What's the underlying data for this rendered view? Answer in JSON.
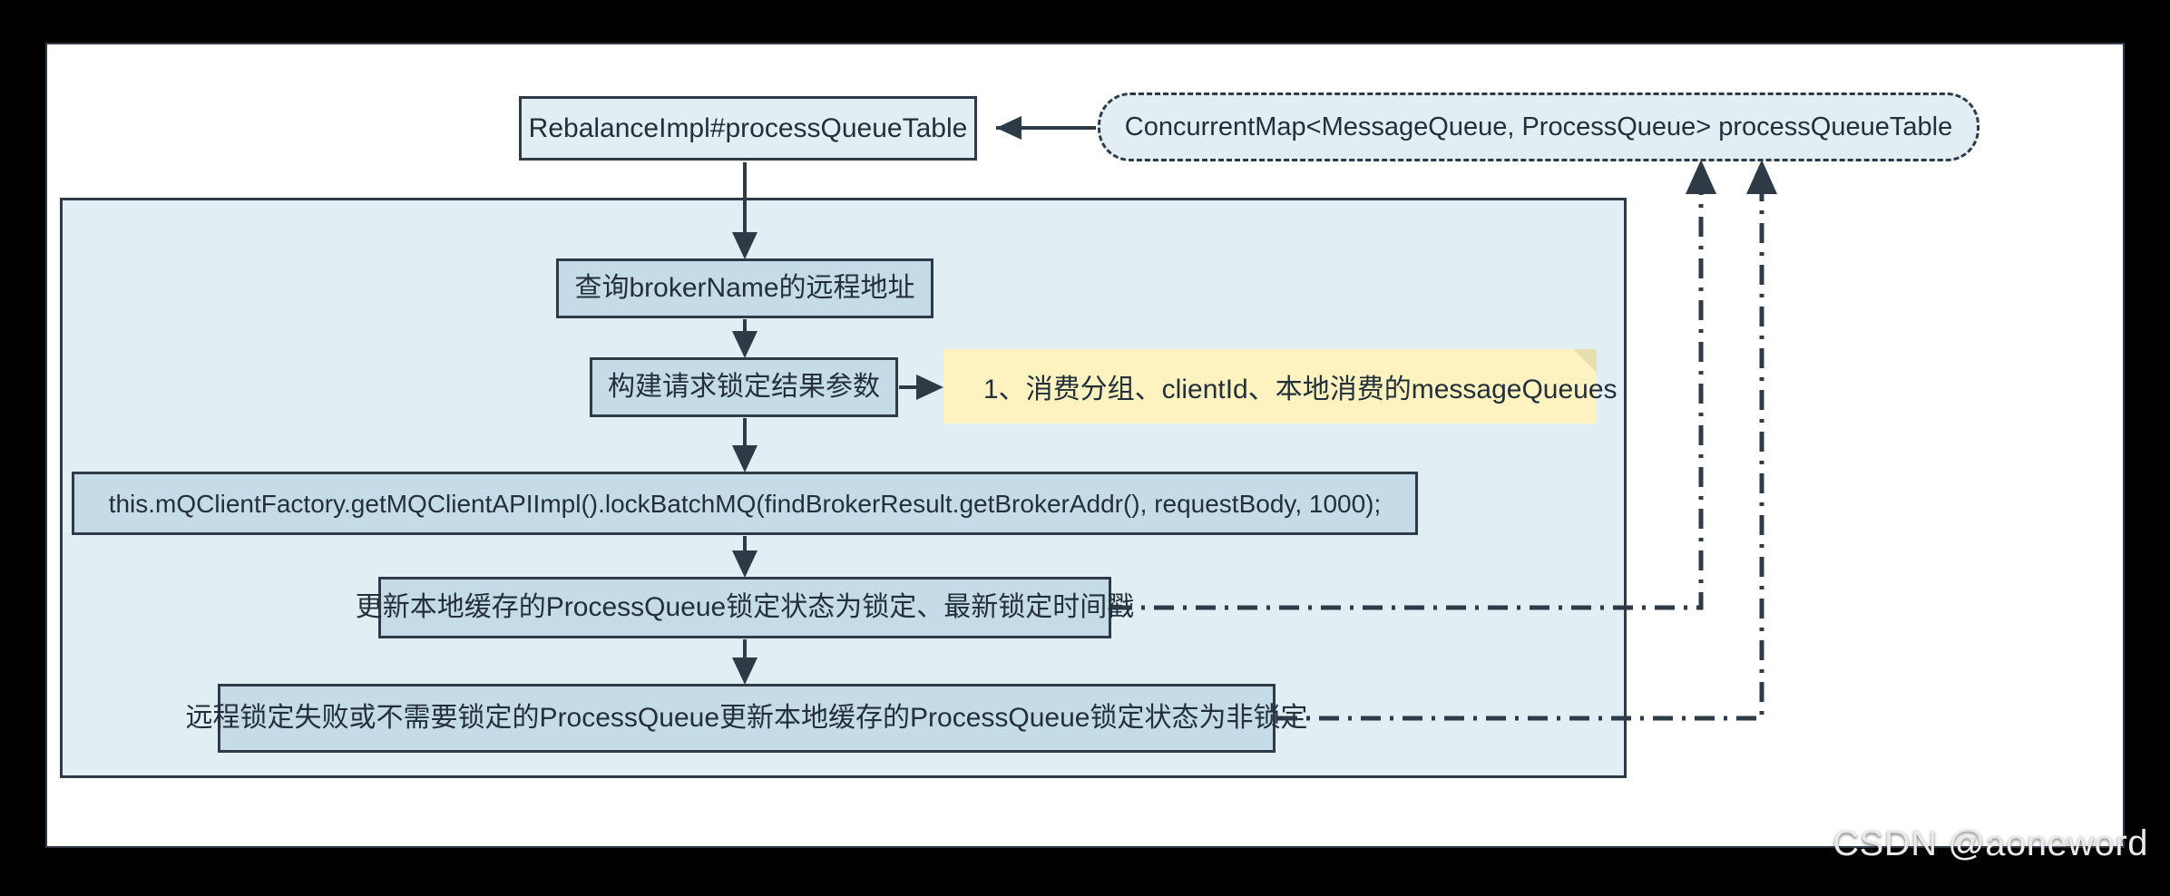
{
  "canvas": {
    "background": "#ffffff",
    "page_background": "#000000",
    "border_color": "#2e3b47"
  },
  "palette": {
    "box_fill": "#c5dce8",
    "light_fill": "#e2eef4",
    "group_fill": "#e1eef4",
    "note_fill": "#fdf2c0",
    "stroke": "#2e3b47",
    "text": "#23303a"
  },
  "nodes": {
    "top_box": {
      "label": "RebalanceImpl#processQueueTable"
    },
    "map_box": {
      "label": "ConcurrentMap<MessageQueue, ProcessQueue> processQueueTable"
    },
    "step1": {
      "label": "查询brokerName的远程地址"
    },
    "step2": {
      "label": "构建请求锁定结果参数"
    },
    "note1": {
      "label": "1、消费分组、clientId、本地消费的messageQueues"
    },
    "step3": {
      "label": "this.mQClientFactory.getMQClientAPIImpl().lockBatchMQ(findBrokerResult.getBrokerAddr(), requestBody, 1000);"
    },
    "step4": {
      "label": "更新本地缓存的ProcessQueue锁定状态为锁定、最新锁定时间戳"
    },
    "step5": {
      "label": "远程锁定失败或不需要锁定的ProcessQueue更新本地缓存的ProcessQueue锁定状态为非锁定"
    }
  },
  "connections": [
    {
      "name": "map-to-topbox",
      "from": "map_box",
      "to": "top_box",
      "style": "solid",
      "arrow": "left"
    },
    {
      "name": "topbox-to-step1",
      "from": "top_box",
      "to": "step1",
      "style": "solid",
      "arrow": "down"
    },
    {
      "name": "step1-to-step2",
      "from": "step1",
      "to": "step2",
      "style": "solid",
      "arrow": "down"
    },
    {
      "name": "step2-to-note1",
      "from": "step2",
      "to": "note1",
      "style": "solid",
      "arrow": "right"
    },
    {
      "name": "step2-to-step3",
      "from": "step2",
      "to": "step3",
      "style": "solid",
      "arrow": "down"
    },
    {
      "name": "step3-to-step4",
      "from": "step3",
      "to": "step4",
      "style": "solid",
      "arrow": "down"
    },
    {
      "name": "step4-to-step5",
      "from": "step4",
      "to": "step5",
      "style": "solid",
      "arrow": "down"
    },
    {
      "name": "step4-to-map",
      "from": "step4",
      "to": "map_box",
      "style": "dash-dot",
      "arrow": "up"
    },
    {
      "name": "step5-to-map",
      "from": "step5",
      "to": "map_box",
      "style": "dash-dot",
      "arrow": "up"
    }
  ],
  "watermark": {
    "text": "CSDN @aoneword"
  }
}
